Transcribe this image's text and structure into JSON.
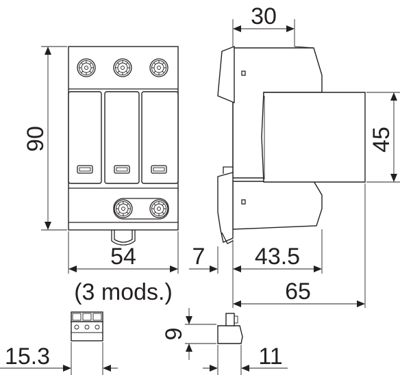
{
  "dimensions": {
    "front_height": "90",
    "front_width": "54",
    "front_modules": "(3 mods.)",
    "side_top_width": "30",
    "side_cap_height": "45",
    "side_left_offset": "7",
    "side_cap_depth": "43.5",
    "side_total_depth": "65",
    "connector_width": "15.3",
    "connector_height": "9",
    "connector_depth": "11"
  },
  "colors": {
    "line": "#231f20",
    "background": "#ffffff"
  }
}
